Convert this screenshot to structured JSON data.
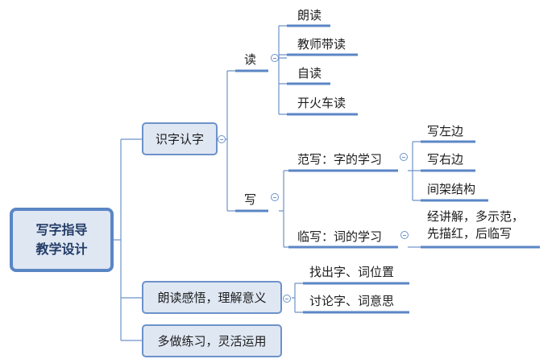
{
  "root": {
    "line1": "写字指导",
    "line2": "教学设计"
  },
  "branch1": {
    "label": "识字认字",
    "read": {
      "label": "读",
      "items": [
        "朗读",
        "教师带读",
        "自读",
        "开火车读"
      ]
    },
    "write": {
      "label": "写",
      "model": {
        "label": "范写：字的学习",
        "items": [
          "写左边",
          "写右边",
          "间架结构"
        ]
      },
      "copy": {
        "label": "临写：词的学习",
        "note_line1": "经讲解，多示范，",
        "note_line2": "先描红，后临写"
      }
    }
  },
  "branch2": {
    "label": "朗读感悟，理解意义",
    "items": [
      "找出字、词位置",
      "讨论字、词意思"
    ]
  },
  "branch3": {
    "label": "多做练习，灵活运用"
  },
  "colors": {
    "line": "#6d92c9",
    "underline": "#5b86c5",
    "box_fill": "#dfe7f3",
    "root_border": "#5b86c5"
  }
}
